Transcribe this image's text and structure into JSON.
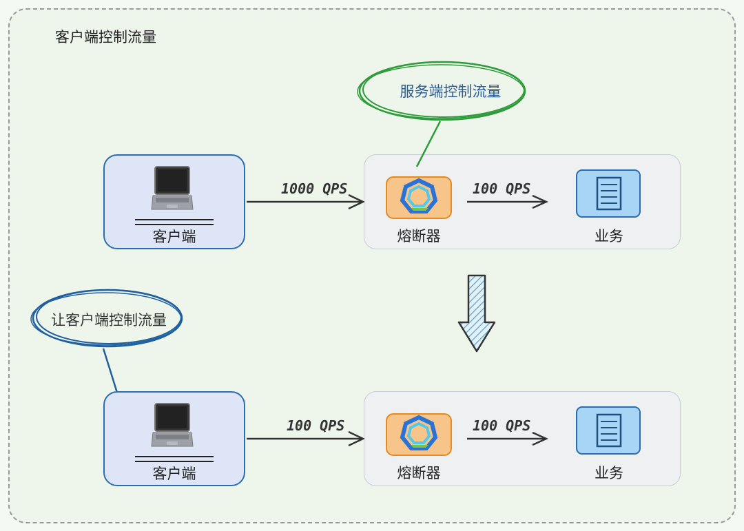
{
  "title": "客户端控制流量",
  "top": {
    "client_label": "客户端",
    "inbound_qps": "1000 QPS",
    "breaker_label": "熔断器",
    "outbound_qps": "100 QPS",
    "service_label": "业务",
    "callout": "服务端控制流量"
  },
  "bottom": {
    "client_label": "客户端",
    "inbound_qps": "100 QPS",
    "breaker_label": "熔断器",
    "outbound_qps": "100 QPS",
    "service_label": "业务",
    "callout": "让客户端控制流量"
  },
  "colors": {
    "client_border": "#2a6db2",
    "client_fill": "#dde5f6",
    "breaker_fill": "#f7c58a",
    "breaker_border": "#e48a1e",
    "service_fill": "#a8d4f5",
    "service_border": "#2a6db2",
    "callout_green": "#2e9b3a",
    "callout_blue": "#1f5f9e",
    "callout_text": "#2a5d95"
  },
  "icons": {
    "client": "laptop-icon",
    "breaker": "heptagon-ring-icon",
    "service": "document-icon",
    "transition": "down-arrow-icon"
  }
}
